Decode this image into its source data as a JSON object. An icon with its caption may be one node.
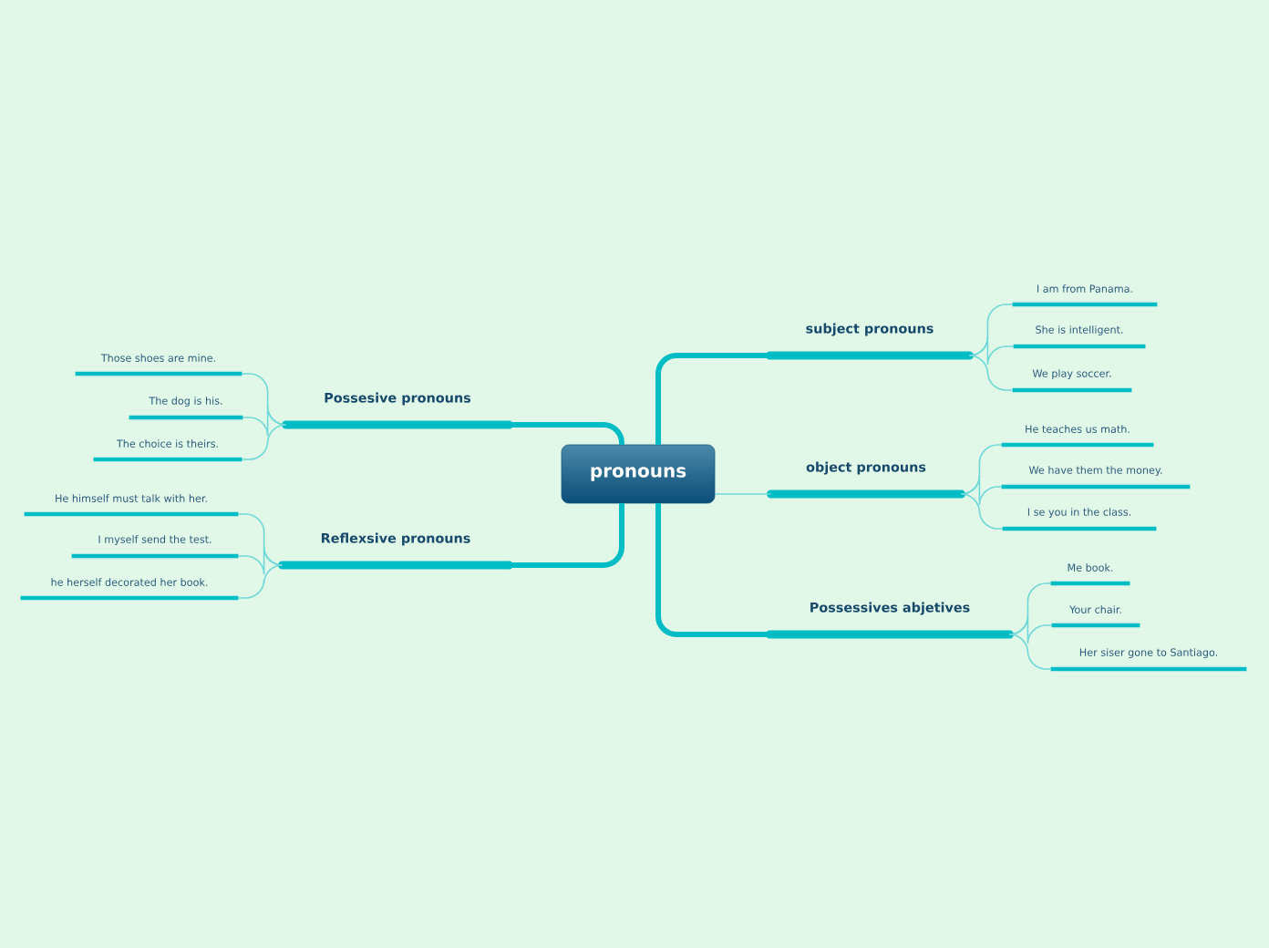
{
  "diagram": {
    "nodes": [
      {
        "text": [
          "pronouns"
        ]
      },
      {
        "text": [
          "subject pronouns"
        ]
      },
      {
        "text": [
          "I am from Panama."
        ]
      },
      {
        "text": [
          "She is intelligent."
        ]
      },
      {
        "text": [
          "We play soccer."
        ]
      },
      {
        "text": [
          "object pronouns"
        ]
      },
      {
        "text": [
          "He teaches us math."
        ]
      },
      {
        "text": [
          "We have them the money."
        ]
      },
      {
        "text": [
          "I se you in the class."
        ]
      },
      {
        "text": [
          "Possessives abjetives"
        ]
      },
      {
        "text": [
          "Me book."
        ]
      },
      {
        "text": [
          "Your chair."
        ]
      },
      {
        "text": [
          "Her siser gone to Santiago."
        ]
      },
      {
        "text": [
          "Possesive pronouns"
        ]
      },
      {
        "text": [
          "Those shoes are mine."
        ]
      },
      {
        "text": [
          "The dog is his."
        ]
      },
      {
        "text": [
          "The choice is theirs."
        ]
      },
      {
        "text": [
          "Reflexsive pronouns"
        ]
      },
      {
        "text": [
          "He himself must talk with her."
        ]
      },
      {
        "text": [
          "I myself send the test."
        ]
      },
      {
        "text": [
          "he herself decorated her book."
        ]
      }
    ],
    "edges": [
      {
        "from": 0,
        "to": 1,
        "arrow": "none",
        "style": "thick",
        "color": "#00bdc5"
      },
      {
        "from": 1,
        "to": 2,
        "arrow": "none"
      },
      {
        "from": 1,
        "to": 3,
        "arrow": "none"
      },
      {
        "from": 1,
        "to": 4,
        "arrow": "none"
      },
      {
        "from": 0,
        "to": 5,
        "arrow": "none"
      },
      {
        "from": 5,
        "to": 6,
        "arrow": "none"
      },
      {
        "from": 5,
        "to": 7,
        "arrow": "none"
      },
      {
        "from": 5,
        "to": 8,
        "arrow": "none"
      },
      {
        "from": 0,
        "to": 9,
        "arrow": "none",
        "style": "thick",
        "color": "#00bdc5"
      },
      {
        "from": 9,
        "to": 10,
        "arrow": "none"
      },
      {
        "from": 9,
        "to": 11,
        "arrow": "none"
      },
      {
        "from": 9,
        "to": 12,
        "arrow": "none"
      },
      {
        "from": 0,
        "to": 13,
        "arrow": "none",
        "style": "thick",
        "color": "#00bdc5"
      },
      {
        "from": 13,
        "to": 14,
        "arrow": "none"
      },
      {
        "from": 13,
        "to": 15,
        "arrow": "none"
      },
      {
        "from": 13,
        "to": 16,
        "arrow": "none"
      },
      {
        "from": 0,
        "to": 17,
        "arrow": "none",
        "style": "thick",
        "color": "#00bdc5"
      },
      {
        "from": 17,
        "to": 18,
        "arrow": "none"
      },
      {
        "from": 17,
        "to": 19,
        "arrow": "none"
      },
      {
        "from": 17,
        "to": 20,
        "arrow": "none"
      }
    ]
  }
}
